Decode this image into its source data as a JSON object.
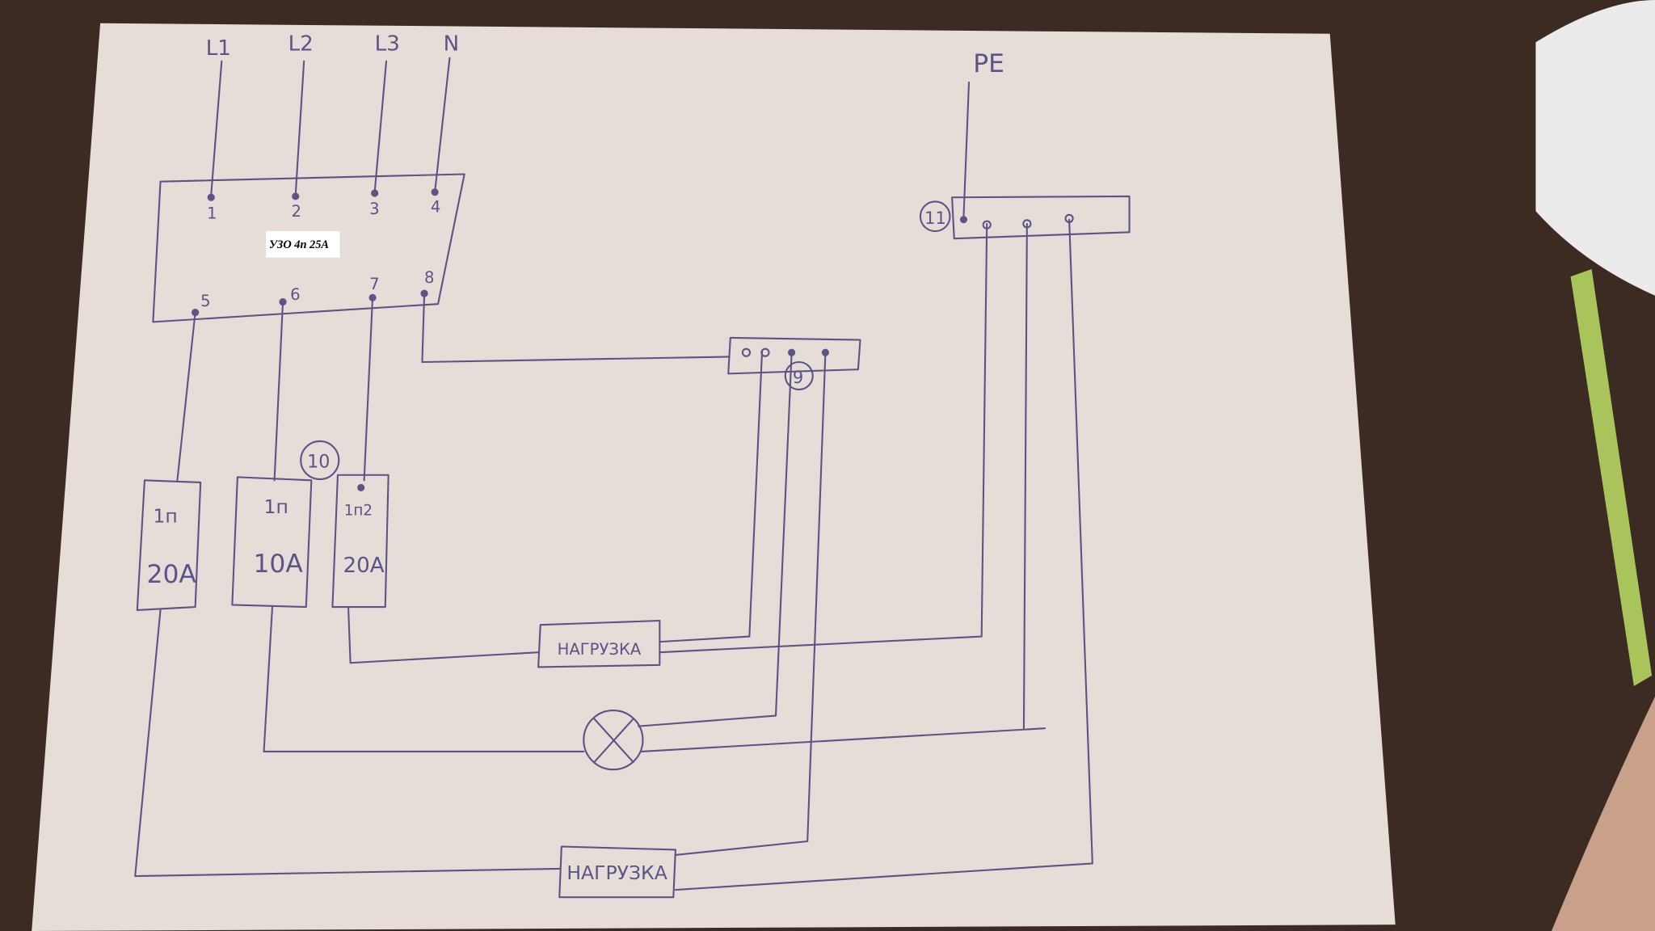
{
  "colors": {
    "ink": "#5b5484",
    "paper": "#e6ddd8",
    "desk": "#3b2b22"
  },
  "supply": {
    "l1": "L1",
    "l2": "L2",
    "l3": "L3",
    "n": "N",
    "pe": "PE"
  },
  "rcd": {
    "label": "УЗО 4п 25А",
    "terminals": [
      "1",
      "2",
      "3",
      "4",
      "5",
      "6",
      "7",
      "8"
    ]
  },
  "breakers": [
    {
      "poles": "1п",
      "rating": "20A"
    },
    {
      "poles": "1п",
      "rating": "10A"
    },
    {
      "poles": "1п2",
      "rating": "20A"
    }
  ],
  "markers": {
    "neutral_bus": "9",
    "breaker_group": "10",
    "pe_bus": "11"
  },
  "loads": [
    {
      "label": "НАГРУЗКА"
    },
    {
      "label": "НАГРУЗКА"
    }
  ]
}
